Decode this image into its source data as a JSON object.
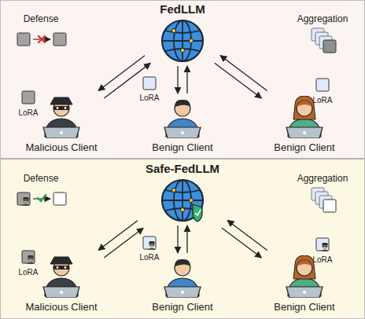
{
  "diagram": {
    "nodes": [
      {
        "text": [
          "FedLLM"
        ]
      },
      {
        "text": [
          "Malicious Client"
        ]
      },
      {
        "text": [
          "Benign Client"
        ]
      },
      {
        "text": [
          "Benign Client"
        ]
      },
      {
        "text": [
          "Safe-FedLLM"
        ]
      },
      {
        "text": [
          "Malicious Client"
        ]
      },
      {
        "text": [
          "Benign Client"
        ]
      },
      {
        "text": [
          "Benign Client"
        ]
      }
    ],
    "edges": [
      {
        "from": 1,
        "to": 0,
        "arrow": "to"
      },
      {
        "from": 0,
        "to": 1,
        "arrow": "to"
      },
      {
        "from": 2,
        "to": 0,
        "arrow": "to"
      },
      {
        "from": 0,
        "to": 2,
        "arrow": "to"
      },
      {
        "from": 3,
        "to": 0,
        "arrow": "to"
      },
      {
        "from": 0,
        "to": 3,
        "arrow": "to"
      },
      {
        "from": 5,
        "to": 4,
        "arrow": "to"
      },
      {
        "from": 4,
        "to": 5,
        "arrow": "to"
      },
      {
        "from": 6,
        "to": 4,
        "arrow": "to"
      },
      {
        "from": 4,
        "to": 6,
        "arrow": "to"
      },
      {
        "from": 7,
        "to": 4,
        "arrow": "to"
      },
      {
        "from": 4,
        "to": 7,
        "arrow": "to"
      }
    ],
    "labels": [
      "Defense",
      "Aggregation",
      "LoRA",
      "LoRA",
      "LoRA",
      "Defense",
      "Aggregation",
      "LoRA",
      "LoRA",
      "LoRA"
    ]
  }
}
